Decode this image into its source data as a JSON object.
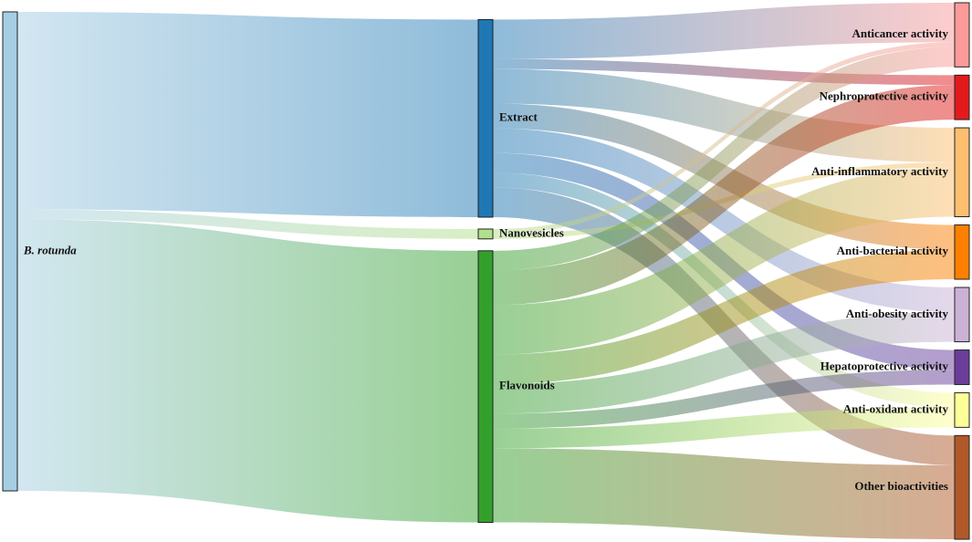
{
  "chart_data": {
    "type": "sankey",
    "nodes": [
      {
        "id": "b_rotunda",
        "label": "B. rotunda",
        "color": "#a6cee3",
        "column": 0,
        "italic": true
      },
      {
        "id": "extract",
        "label": "Extract",
        "color": "#1f78b4",
        "column": 1
      },
      {
        "id": "nanovesicles",
        "label": "Nanovesicles",
        "color": "#b2df8a",
        "column": 1
      },
      {
        "id": "flavonoids",
        "label": "Flavonoids",
        "color": "#33a02c",
        "column": 1
      },
      {
        "id": "anticancer",
        "label": "Anticancer activity",
        "color": "#fb9a99",
        "column": 2
      },
      {
        "id": "nephroprotective",
        "label": "Nephroprotective activity",
        "color": "#e31a1c",
        "column": 2
      },
      {
        "id": "anti_inflammatory",
        "label": "Anti-inflammatory activity",
        "color": "#fdbf6f",
        "column": 2
      },
      {
        "id": "anti_bacterial",
        "label": "Anti-bacterial activity",
        "color": "#ff7f00",
        "column": 2
      },
      {
        "id": "anti_obesity",
        "label": "Anti-obesity activity",
        "color": "#cab2d6",
        "column": 2
      },
      {
        "id": "hepatoprotective",
        "label": "Hepatoprotective activity",
        "color": "#6a3d9a",
        "column": 2
      },
      {
        "id": "anti_oxidant",
        "label": "Anti-oxidant activity",
        "color": "#ffff99",
        "column": 2
      },
      {
        "id": "other",
        "label": "Other bioactivities",
        "color": "#b15928",
        "column": 2
      }
    ],
    "links": [
      {
        "source": "b_rotunda",
        "target": "extract",
        "value": 40
      },
      {
        "source": "b_rotunda",
        "target": "nanovesicles",
        "value": 2
      },
      {
        "source": "b_rotunda",
        "target": "flavonoids",
        "value": 55
      },
      {
        "source": "extract",
        "target": "anticancer",
        "value": 8
      },
      {
        "source": "extract",
        "target": "anti_inflammatory",
        "value": 7
      },
      {
        "source": "extract",
        "target": "anti_bacterial",
        "value": 5
      },
      {
        "source": "extract",
        "target": "anti_obesity",
        "value": 5
      },
      {
        "source": "extract",
        "target": "hepatoprotective",
        "value": 4
      },
      {
        "source": "extract",
        "target": "anti_oxidant",
        "value": 3
      },
      {
        "source": "extract",
        "target": "other",
        "value": 6
      },
      {
        "source": "extract",
        "target": "nephroprotective",
        "value": 2
      },
      {
        "source": "nanovesicles",
        "target": "anticancer",
        "value": 1
      },
      {
        "source": "nanovesicles",
        "target": "anti_inflammatory",
        "value": 1
      },
      {
        "source": "flavonoids",
        "target": "anticancer",
        "value": 4
      },
      {
        "source": "flavonoids",
        "target": "nephroprotective",
        "value": 7
      },
      {
        "source": "flavonoids",
        "target": "anti_inflammatory",
        "value": 10
      },
      {
        "source": "flavonoids",
        "target": "anti_bacterial",
        "value": 6
      },
      {
        "source": "flavonoids",
        "target": "anti_obesity",
        "value": 6
      },
      {
        "source": "flavonoids",
        "target": "hepatoprotective",
        "value": 3
      },
      {
        "source": "flavonoids",
        "target": "anti_oxidant",
        "value": 4
      },
      {
        "source": "flavonoids",
        "target": "other",
        "value": 15
      }
    ]
  }
}
